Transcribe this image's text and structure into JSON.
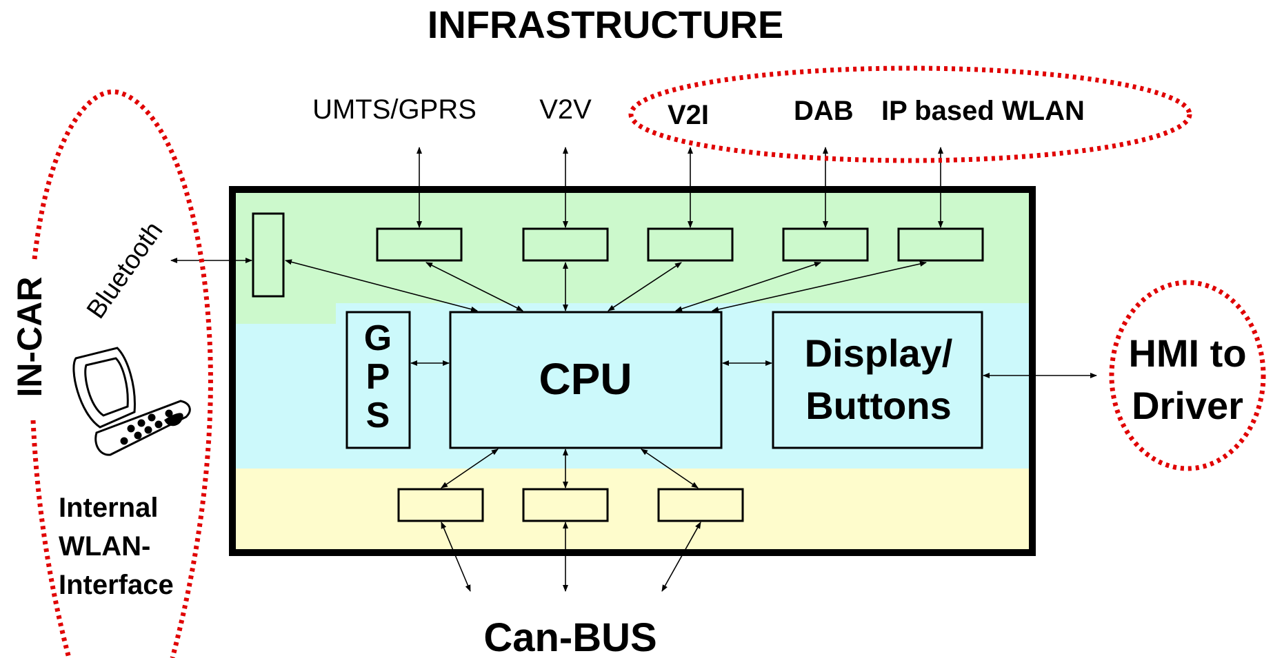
{
  "title": "INFRASTRUCTURE",
  "bottom_label": "Can-BUS",
  "left_label": "IN-CAR",
  "channels": {
    "umts": "UMTS/GPRS",
    "v2v": "V2V",
    "v2i": "V2I",
    "dab": "DAB",
    "wlan": "IP based WLAN"
  },
  "bluetooth": "Bluetooth",
  "gps": [
    "G",
    "P",
    "S"
  ],
  "cpu": "CPU",
  "display": [
    "Display/",
    "Buttons"
  ],
  "hmi": [
    "HMI to",
    "Driver"
  ],
  "internal_wlan": [
    "Internal",
    "WLAN-",
    "Interface"
  ],
  "colors": {
    "zone_top": "#ccf9cc",
    "zone_middle": "#ccf9fb",
    "zone_bottom": "#fefccc",
    "dotted_red": "#e00000"
  }
}
